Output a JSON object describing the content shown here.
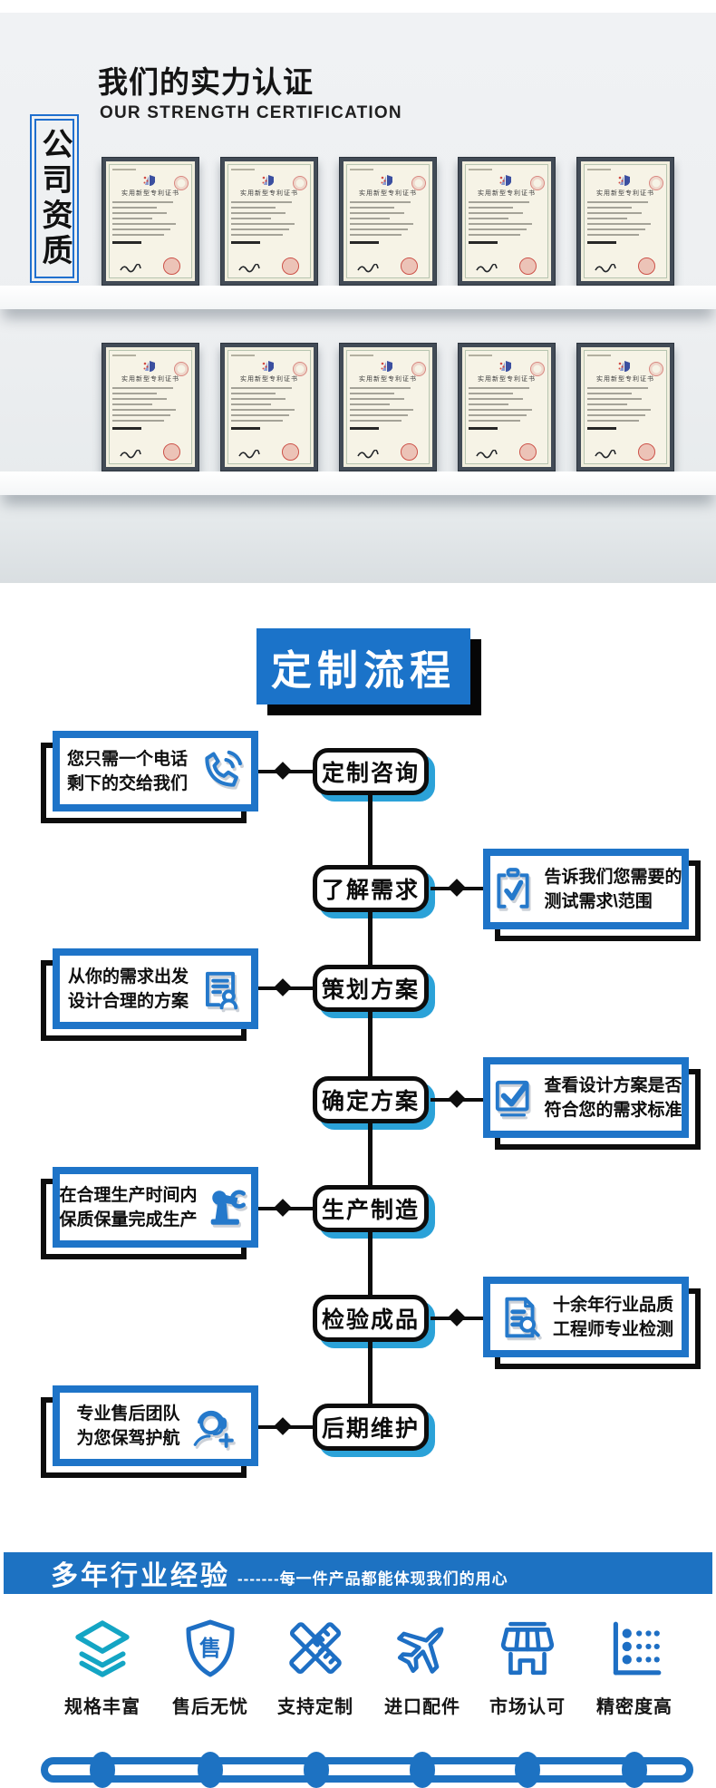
{
  "hero": {
    "title": "我们的实力认证",
    "subtitle": "OUR STRENGTH CERTIFICATION",
    "side_label": "公司资质",
    "certificate_title": "实用新型专利证书",
    "certs_per_shelf": 5
  },
  "process": {
    "title": "定制流程",
    "steps": [
      {
        "label": "定制咨询",
        "line1": "您只需一个电话",
        "line2": "剩下的交给我们",
        "icon": "phone-icon"
      },
      {
        "label": "了解需求",
        "line1": "告诉我们您需要的",
        "line2": "测试需求\\范围",
        "icon": "clipboard-check-icon"
      },
      {
        "label": "策划方案",
        "line1": "从你的需求出发",
        "line2": "设计合理的方案",
        "icon": "document-user-icon"
      },
      {
        "label": "确定方案",
        "line1": "查看设计方案是否",
        "line2": "符合您的需求标准",
        "icon": "checkbox-check-icon"
      },
      {
        "label": "生产制造",
        "line1": "在合理生产时间内",
        "line2": "保质保量完成生产",
        "icon": "robot-arm-icon"
      },
      {
        "label": "检验成品",
        "line1": "十余年行业品质",
        "line2": "工程师专业检测",
        "icon": "document-search-icon"
      },
      {
        "label": "后期维护",
        "line1": "专业售后团队",
        "line2": "为您保驾护航",
        "icon": "headset-user-icon"
      }
    ]
  },
  "experience": {
    "title": "多年行业经验",
    "subtitle": "-------每一件产品都能体现我们的用心",
    "features": [
      {
        "label": "规格丰富",
        "icon": "layers-icon"
      },
      {
        "label": "售后无忧",
        "icon": "shield-icon",
        "glyph": "售"
      },
      {
        "label": "支持定制",
        "icon": "ruler-cross-icon"
      },
      {
        "label": "进口配件",
        "icon": "airplane-icon"
      },
      {
        "label": "市场认可",
        "icon": "storefront-icon"
      },
      {
        "label": "精密度高",
        "icon": "dot-chart-icon"
      }
    ]
  },
  "colors": {
    "accent_blue": "#1e74c8",
    "bar_blue": "#1d72c2",
    "node_shadow_cyan": "#2ba2d8",
    "icon_blue": "#2579cb",
    "teal": "#14a5c4",
    "frame_black": "#0d0d0d",
    "stamp_red": "#cc4f46",
    "wall_gray": "#edeff1"
  }
}
